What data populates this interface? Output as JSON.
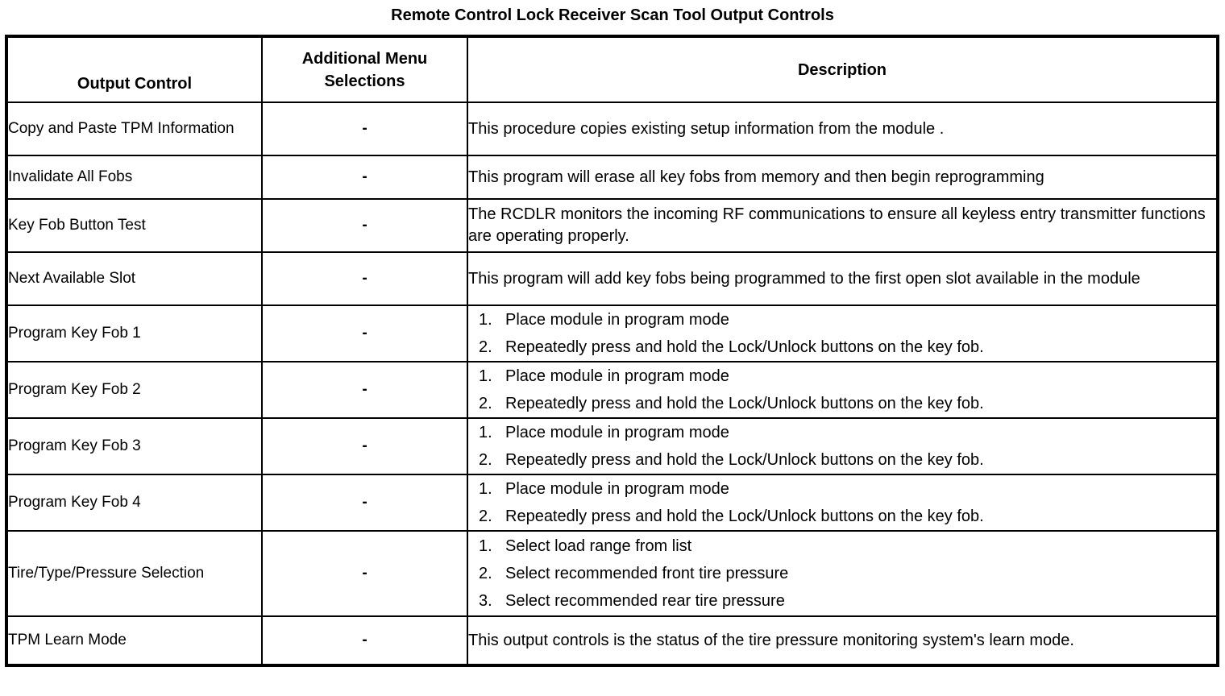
{
  "document": {
    "title": "Remote Control Lock Receiver Scan Tool Output Controls"
  },
  "table": {
    "headers": {
      "col1": "Output Control",
      "col2_line1": "Additional Menu",
      "col2_line2": "Selections",
      "col3": "Description"
    },
    "rows": [
      {
        "output_control": "Copy and Paste TPM Information",
        "additional_menu_selections": "-",
        "description_type": "paragraph",
        "description": "This procedure copies existing setup information from the module ."
      },
      {
        "output_control": "Invalidate All Fobs",
        "additional_menu_selections": "-",
        "description_type": "paragraph",
        "description": "This program will erase all key fobs from memory and then begin reprogramming"
      },
      {
        "output_control": "Key Fob Button Test",
        "additional_menu_selections": "-",
        "description_type": "paragraph",
        "description": "The RCDLR monitors the incoming RF communications to ensure all keyless entry transmitter functions are operating properly."
      },
      {
        "output_control": "Next Available Slot",
        "additional_menu_selections": "-",
        "description_type": "paragraph",
        "description": "This program will add key fobs being programmed to the first open slot available in the module"
      },
      {
        "output_control": "Program Key Fob 1",
        "additional_menu_selections": "-",
        "description_type": "list",
        "steps": [
          "Place module in program mode",
          "Repeatedly press and hold the Lock/Unlock buttons on the key fob."
        ]
      },
      {
        "output_control": "Program Key Fob 2",
        "additional_menu_selections": "-",
        "description_type": "list",
        "steps": [
          "Place module in program mode",
          "Repeatedly press and hold the Lock/Unlock buttons on the key fob."
        ]
      },
      {
        "output_control": "Program Key Fob 3",
        "additional_menu_selections": "-",
        "description_type": "list",
        "steps": [
          "Place module in program mode",
          "Repeatedly press and hold the Lock/Unlock buttons on the key fob."
        ]
      },
      {
        "output_control": "Program Key Fob 4",
        "additional_menu_selections": "-",
        "description_type": "list",
        "steps": [
          "Place module in program mode",
          "Repeatedly press and hold the Lock/Unlock buttons on the key fob."
        ]
      },
      {
        "output_control": "Tire/Type/Pressure Selection",
        "additional_menu_selections": "-",
        "description_type": "list",
        "steps": [
          "Select load range from list",
          "Select recommended front tire pressure",
          "Select recommended rear tire pressure"
        ]
      },
      {
        "output_control": "TPM Learn Mode",
        "additional_menu_selections": "-",
        "description_type": "paragraph",
        "description": "This output controls is the status of the tire pressure monitoring system's learn mode."
      }
    ]
  },
  "colors": {
    "text": "#000000",
    "background": "#ffffff",
    "border": "#000000"
  }
}
